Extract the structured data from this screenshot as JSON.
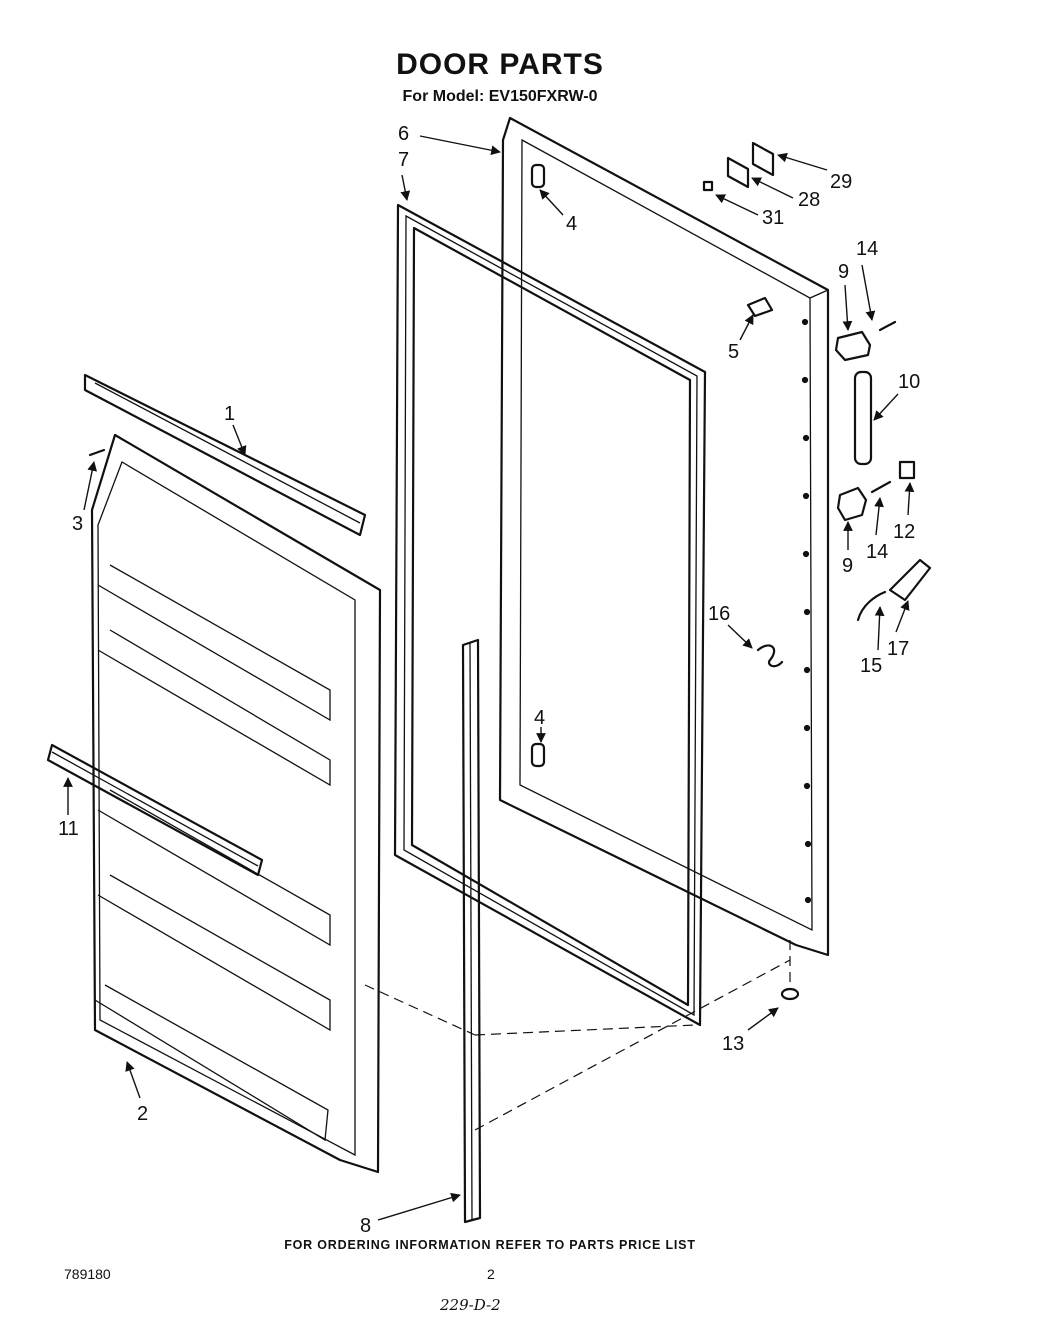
{
  "header": {
    "title": "DOOR PARTS",
    "subtitle": "For Model: EV150FXRW-0"
  },
  "footer": {
    "ordering_note": "FOR ORDERING INFORMATION REFER TO PARTS PRICE LIST",
    "doc_number": "789180",
    "page_number": "2",
    "handwritten_note": "229-D-2"
  },
  "callouts": {
    "c1": "1",
    "c2": "2",
    "c3": "3",
    "c4a": "4",
    "c4b": "4",
    "c5": "5",
    "c6": "6",
    "c7": "7",
    "c8": "8",
    "c9a": "9",
    "c9b": "9",
    "c10": "10",
    "c11": "11",
    "c12": "12",
    "c13": "13",
    "c14a": "14",
    "c14b": "14",
    "c15": "15",
    "c16": "16",
    "c17": "17",
    "c28": "28",
    "c29": "29",
    "c31": "31"
  }
}
